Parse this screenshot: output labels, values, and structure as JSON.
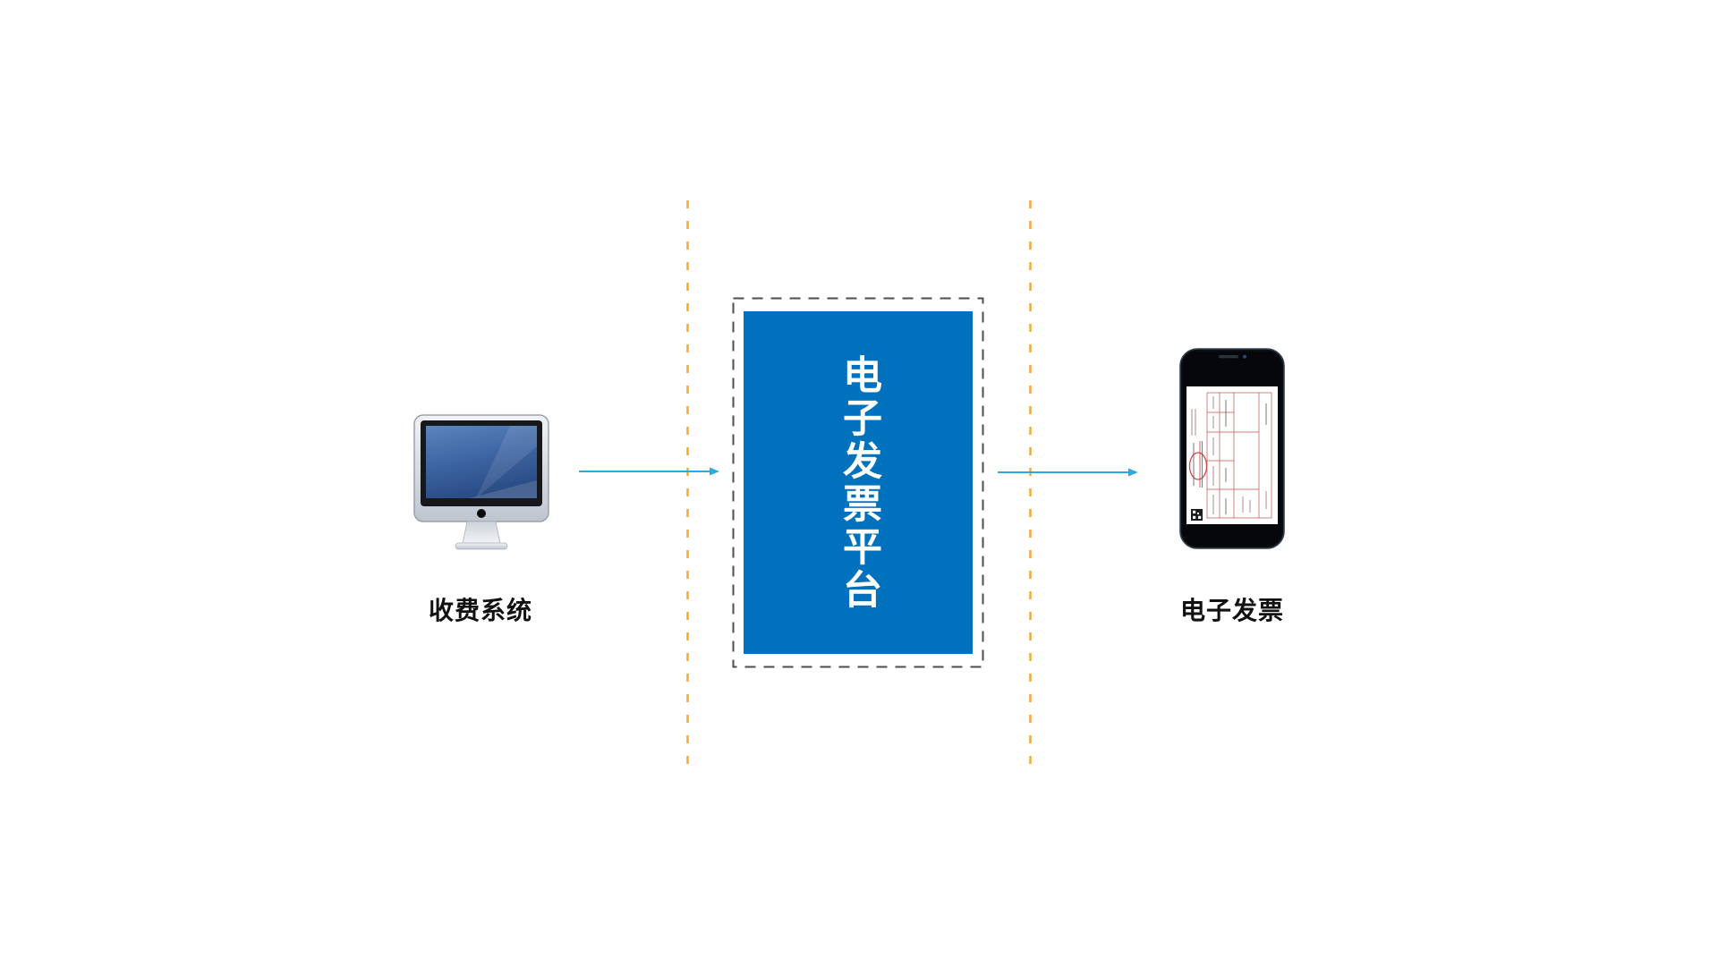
{
  "page": {
    "background": "#ffffff"
  },
  "diagram": {
    "source": {
      "label": "收费系统",
      "icon": "desktop-computer"
    },
    "platform": {
      "label": "电子发票平台",
      "fill": "#0071bc",
      "text_color": "#ffffff",
      "frame_style": "dashed"
    },
    "output": {
      "label": "电子发票",
      "icon": "smartphone-with-invoice"
    },
    "colors": {
      "arrow": "#29abe2",
      "separator": "#f7a832",
      "frame_dash": "#4d4d4d",
      "label_text": "#111111"
    }
  }
}
